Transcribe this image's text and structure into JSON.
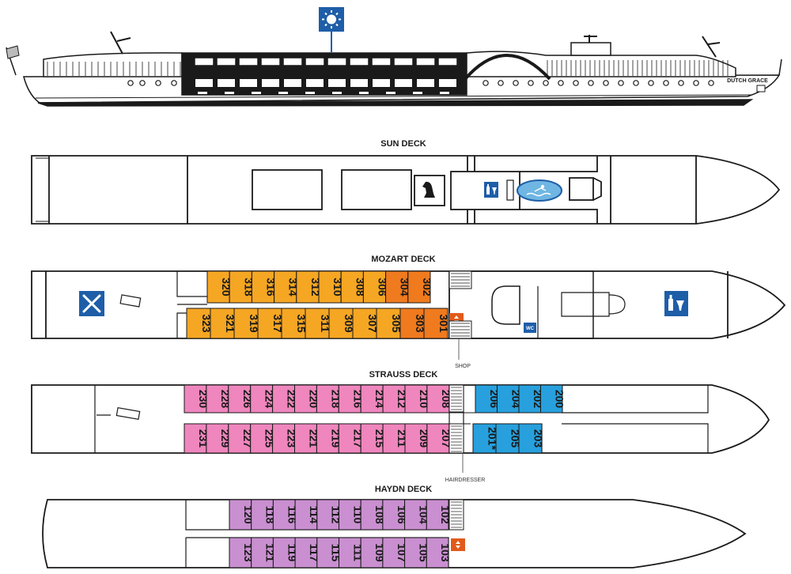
{
  "ship": {
    "name": "DUTCH GRACE"
  },
  "decks": [
    {
      "key": "sun",
      "name": "SUN DECK"
    },
    {
      "key": "mozart",
      "name": "MOZART DECK"
    },
    {
      "key": "strauss",
      "name": "STRAUSS DECK"
    },
    {
      "key": "haydn",
      "name": "HAYDN DECK"
    }
  ],
  "labels": {
    "shop": "SHOP",
    "hairdresser": "HAIRDRESSER",
    "wc": "WC"
  },
  "colors": {
    "mozart_yellow": "#f5a623",
    "mozart_orange": "#f07a1e",
    "strauss_pink": "#ef86bd",
    "strauss_blue": "#27a0dd",
    "haydn_purple": "#c98fd0",
    "icon_blue": "#1e5ea8",
    "elevator_orange": "#e15a1a"
  },
  "icons": {
    "sun": "sun-icon",
    "restaurant": "fork-knife-icon",
    "bar": "bottle-glass-icon",
    "chess": "chess-knight-icon",
    "pool": "pool-icon",
    "elevator": "elevator-icon"
  },
  "cabins": {
    "mozart_top": [
      "320",
      "318",
      "316",
      "314",
      "312",
      "310",
      "308",
      "306",
      "304",
      "302"
    ],
    "mozart_bottom": [
      "323",
      "321",
      "319",
      "317",
      "315",
      "311",
      "309",
      "307",
      "305",
      "303",
      "301"
    ],
    "strauss_top_pink": [
      "230",
      "228",
      "226",
      "224",
      "222",
      "220",
      "218",
      "216",
      "214",
      "212",
      "210",
      "208"
    ],
    "strauss_top_blue": [
      "206",
      "204",
      "202",
      "200"
    ],
    "strauss_bottom_pink": [
      "231",
      "229",
      "227",
      "225",
      "223",
      "221",
      "219",
      "217",
      "215",
      "211",
      "209",
      "207"
    ],
    "strauss_bottom_blue": [
      "201*",
      "205",
      "203"
    ],
    "haydn_top": [
      "120",
      "118",
      "116",
      "114",
      "112",
      "110",
      "108",
      "106",
      "104",
      "102"
    ],
    "haydn_bottom": [
      "123",
      "121",
      "119",
      "117",
      "115",
      "111",
      "109",
      "107",
      "105",
      "103"
    ]
  }
}
